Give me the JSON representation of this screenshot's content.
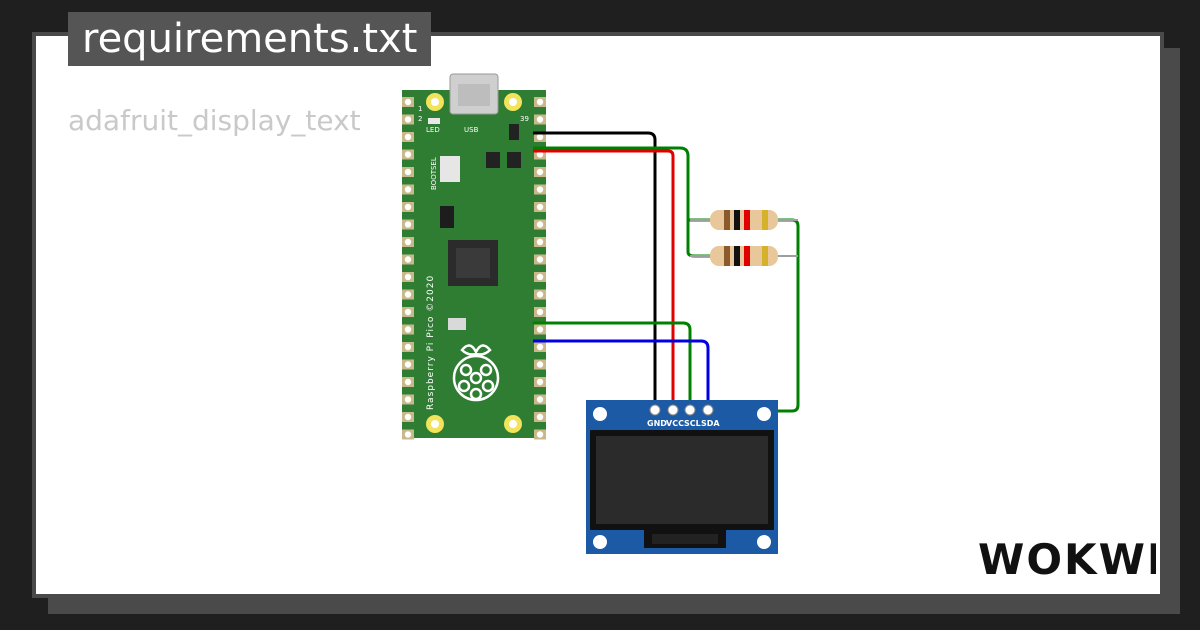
{
  "header": {
    "file_tab": "requirements.txt"
  },
  "requirements": {
    "lines": [
      "adafruit_display_text"
    ]
  },
  "pico": {
    "led_label": "LED",
    "usb_label": "USB",
    "bootsel_label": "BOOTSEL",
    "board_name": "Raspberry Pi Pico ©2020",
    "pin1": "1",
    "pin2": "2",
    "pin39": "39"
  },
  "oled": {
    "pins": [
      "GND",
      "VCC",
      "SCL",
      "SDA"
    ]
  },
  "brand": {
    "logo_text": "WOKWI"
  },
  "colors": {
    "pcb_green": "#2e7d32",
    "wire_gnd": "#000000",
    "wire_vcc": "#e00000",
    "wire_i2c_green": "#008000",
    "wire_sda_blue": "#0000e0",
    "oled_board": "#1c5aa6"
  }
}
